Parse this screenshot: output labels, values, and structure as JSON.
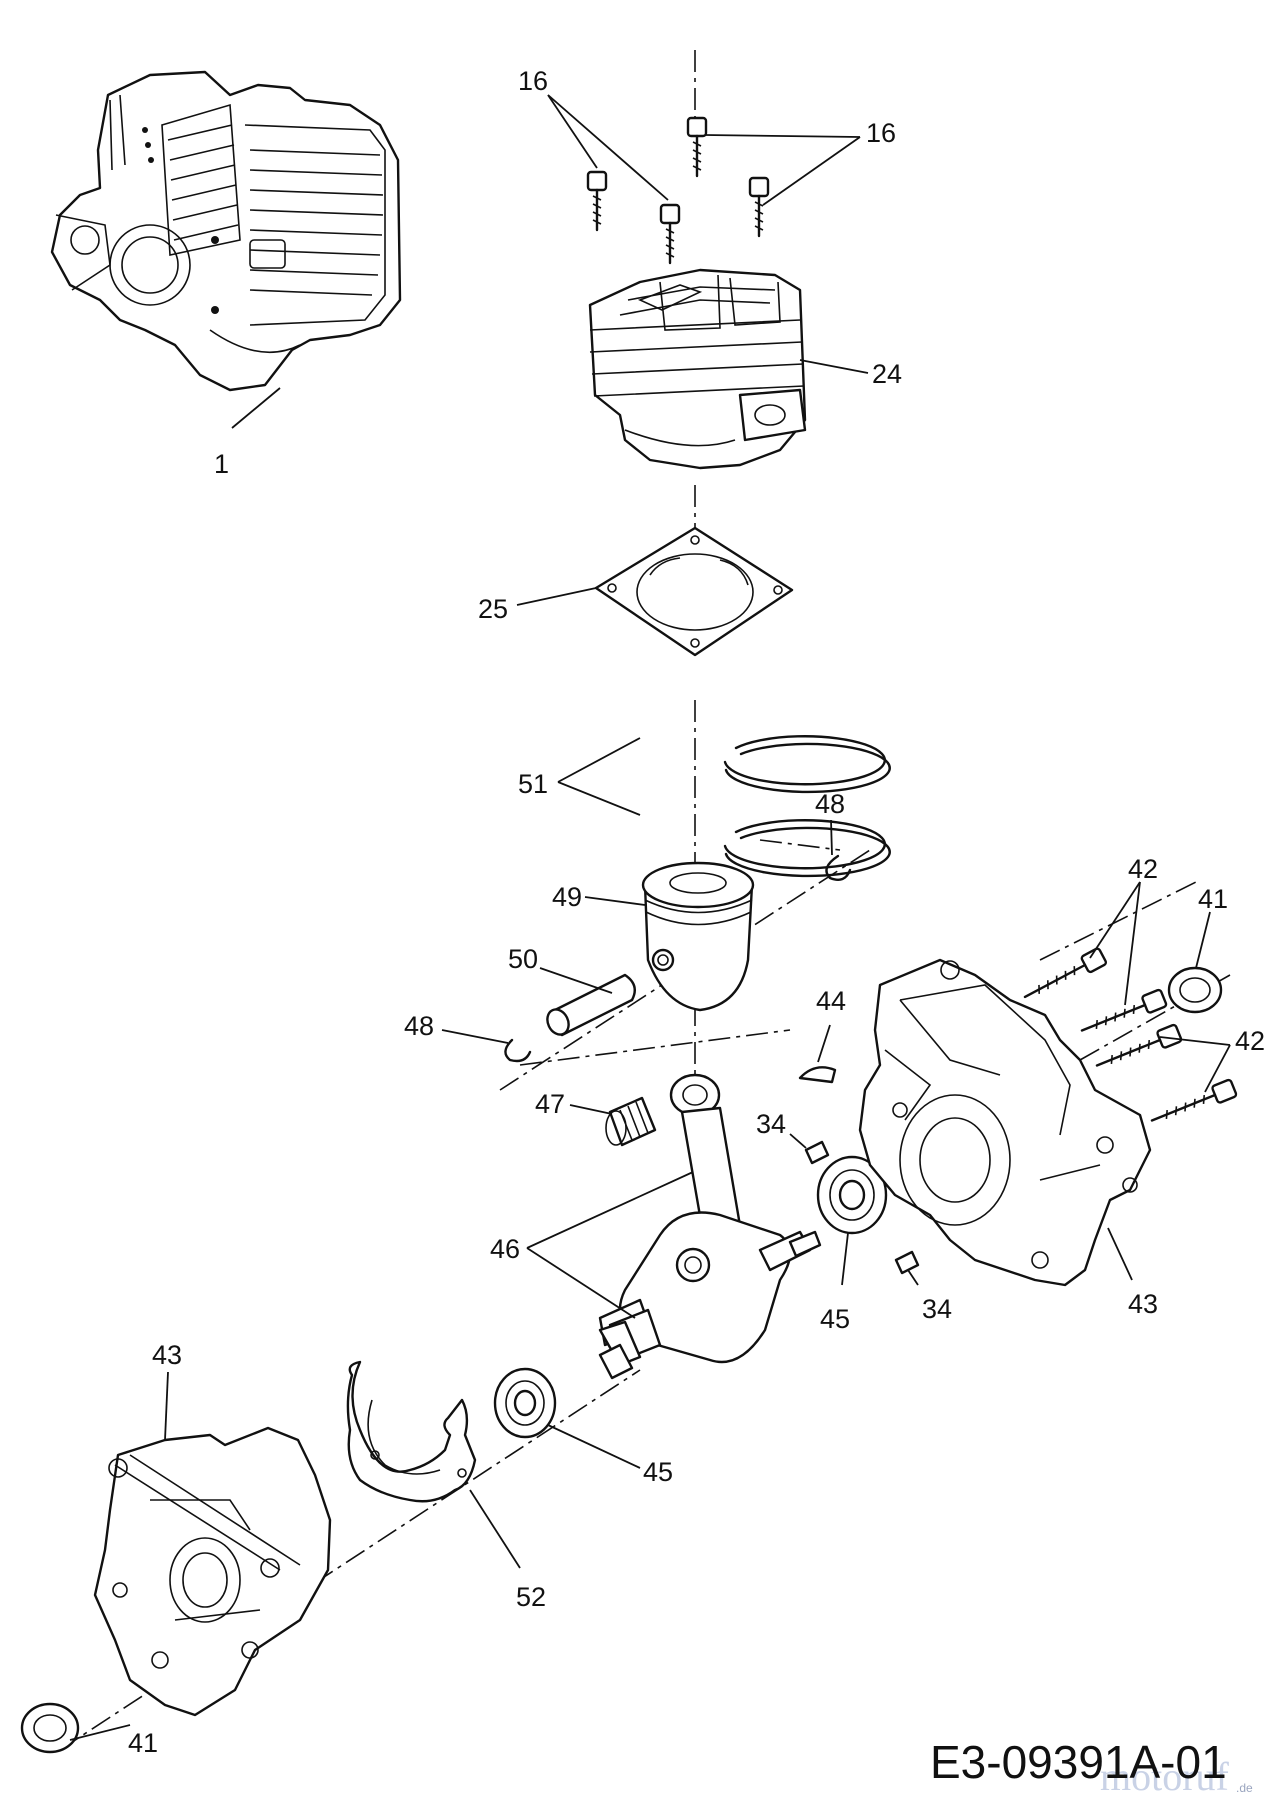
{
  "callouts": [
    {
      "id": "c1",
      "text": "1"
    },
    {
      "id": "c16a",
      "text": "16"
    },
    {
      "id": "c16b",
      "text": "16"
    },
    {
      "id": "c24",
      "text": "24"
    },
    {
      "id": "c25",
      "text": "25"
    },
    {
      "id": "c51",
      "text": "51"
    },
    {
      "id": "c48a",
      "text": "48"
    },
    {
      "id": "c49",
      "text": "49"
    },
    {
      "id": "c50",
      "text": "50"
    },
    {
      "id": "c48b",
      "text": "48"
    },
    {
      "id": "c42a",
      "text": "42"
    },
    {
      "id": "c41a",
      "text": "41"
    },
    {
      "id": "c42b",
      "text": "42"
    },
    {
      "id": "c44",
      "text": "44"
    },
    {
      "id": "c47",
      "text": "47"
    },
    {
      "id": "c34a",
      "text": "34"
    },
    {
      "id": "c46",
      "text": "46"
    },
    {
      "id": "c45a",
      "text": "45"
    },
    {
      "id": "c34b",
      "text": "34"
    },
    {
      "id": "c43a",
      "text": "43"
    },
    {
      "id": "c43b",
      "text": "43"
    },
    {
      "id": "c45b",
      "text": "45"
    },
    {
      "id": "c52",
      "text": "52"
    },
    {
      "id": "c41b",
      "text": "41"
    }
  ],
  "diagram_code": "E3-09391A-01",
  "watermark": {
    "text": "motoruf",
    "suffix": ".de"
  },
  "icons": [
    "engine-assembly-icon",
    "cylinder-icon",
    "gasket-icon",
    "piston-ring-icon",
    "piston-icon",
    "crankshaft-icon",
    "crankcase-icon",
    "bearing-icon",
    "oil-seal-icon",
    "screw-icon"
  ]
}
